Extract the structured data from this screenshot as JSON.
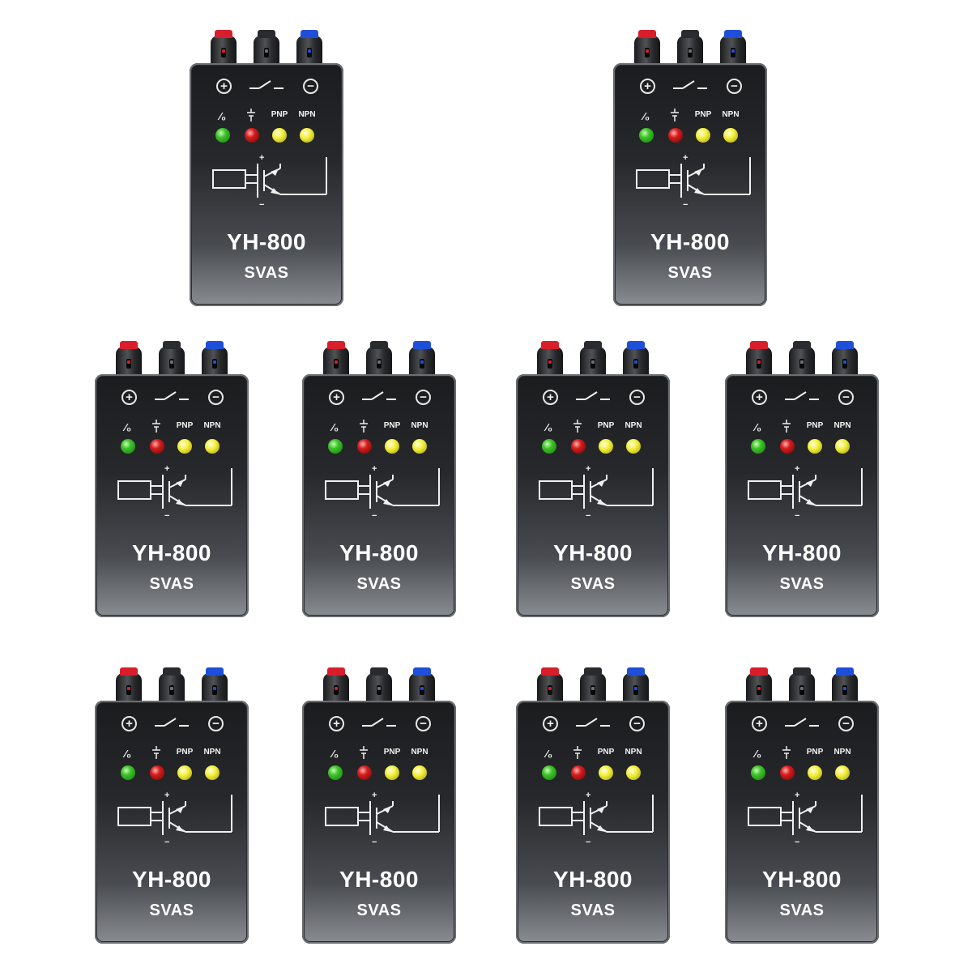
{
  "device": {
    "model": "YH-800",
    "brand": "SVAS",
    "labels": {
      "no_nc": "⁄₀",
      "pnp": "PNP",
      "npn": "NPN"
    },
    "icons": [
      "plus-terminal-icon",
      "switch-icon",
      "minus-terminal-icon",
      "battery-icon",
      "transistor-circuit-icon"
    ],
    "colors": {
      "terminal_positive": "#d81e2a",
      "terminal_negative": "#1f4fd8",
      "led_green": "#3fc22a",
      "led_red": "#d61c1c",
      "led_yellow": "#f2ef3b"
    }
  }
}
